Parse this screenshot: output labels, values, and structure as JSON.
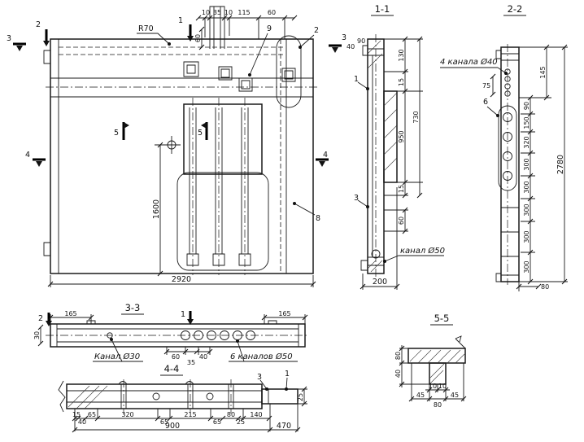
{
  "sheet": {
    "background": "#ffffff",
    "ink": "#1a1a1a"
  },
  "main_view": {
    "section_markers": {
      "three_left": "3",
      "two_top": "2",
      "one_top": "1",
      "three_right": "3",
      "four_left": "4",
      "four_right": "4",
      "five_left": "5",
      "five_right": "5"
    },
    "callouts": {
      "two": "2",
      "nine": "9",
      "eight": "8"
    },
    "radius_label": "R70",
    "dims": {
      "ten_a": "10",
      "thirty_five": "35",
      "ten_b": "10",
      "one_fifteen": "115",
      "sixty_top": "60",
      "sixty_left": "60",
      "width": "2920",
      "height": "1600"
    }
  },
  "section_1_1": {
    "title": "1-1",
    "callouts": {
      "one": "1",
      "three": "3"
    },
    "dims": {
      "forty": "40",
      "ninety": "90",
      "d130": "130",
      "d730": "730",
      "d15_top": "15",
      "d950": "950",
      "d15_bottom": "15",
      "d60": "60",
      "d200": "200"
    },
    "channel_label": "канал Ø50"
  },
  "section_2_2": {
    "title": "2-2",
    "channels_label": "4 канала Ø40",
    "callouts": {
      "six": "6"
    },
    "dims": {
      "d75": "75",
      "d145": "145",
      "stack": [
        "90",
        "150",
        "320",
        "300",
        "300",
        "300",
        "300",
        "300"
      ],
      "total": "2780",
      "d80": "80"
    }
  },
  "section_3_3": {
    "title": "3-3",
    "section_markers": {
      "two": "2",
      "one": "1"
    },
    "dims": {
      "d165_left": "165",
      "d165_right": "165",
      "d30": "30",
      "d60": "60",
      "d35": "35",
      "d40": "40"
    },
    "channel_small_label": "Канал Ø30",
    "channels_big_label": "6 каналов Ø50"
  },
  "section_4_4": {
    "title": "4-4",
    "callouts": {
      "three": "3",
      "one": "1"
    },
    "dims": {
      "row": [
        "15",
        "40",
        "65",
        "320",
        "65",
        "215",
        "65",
        "80",
        "25",
        "140"
      ],
      "d25": "25",
      "d900": "900",
      "d470": "470"
    }
  },
  "section_5_5": {
    "title": "5-5",
    "dims": {
      "d80_left": "80",
      "d40_left": "40",
      "d10_a": "10",
      "d10_b": "10",
      "d45_a": "45",
      "d80_bottom": "80",
      "d45_b": "45"
    }
  }
}
